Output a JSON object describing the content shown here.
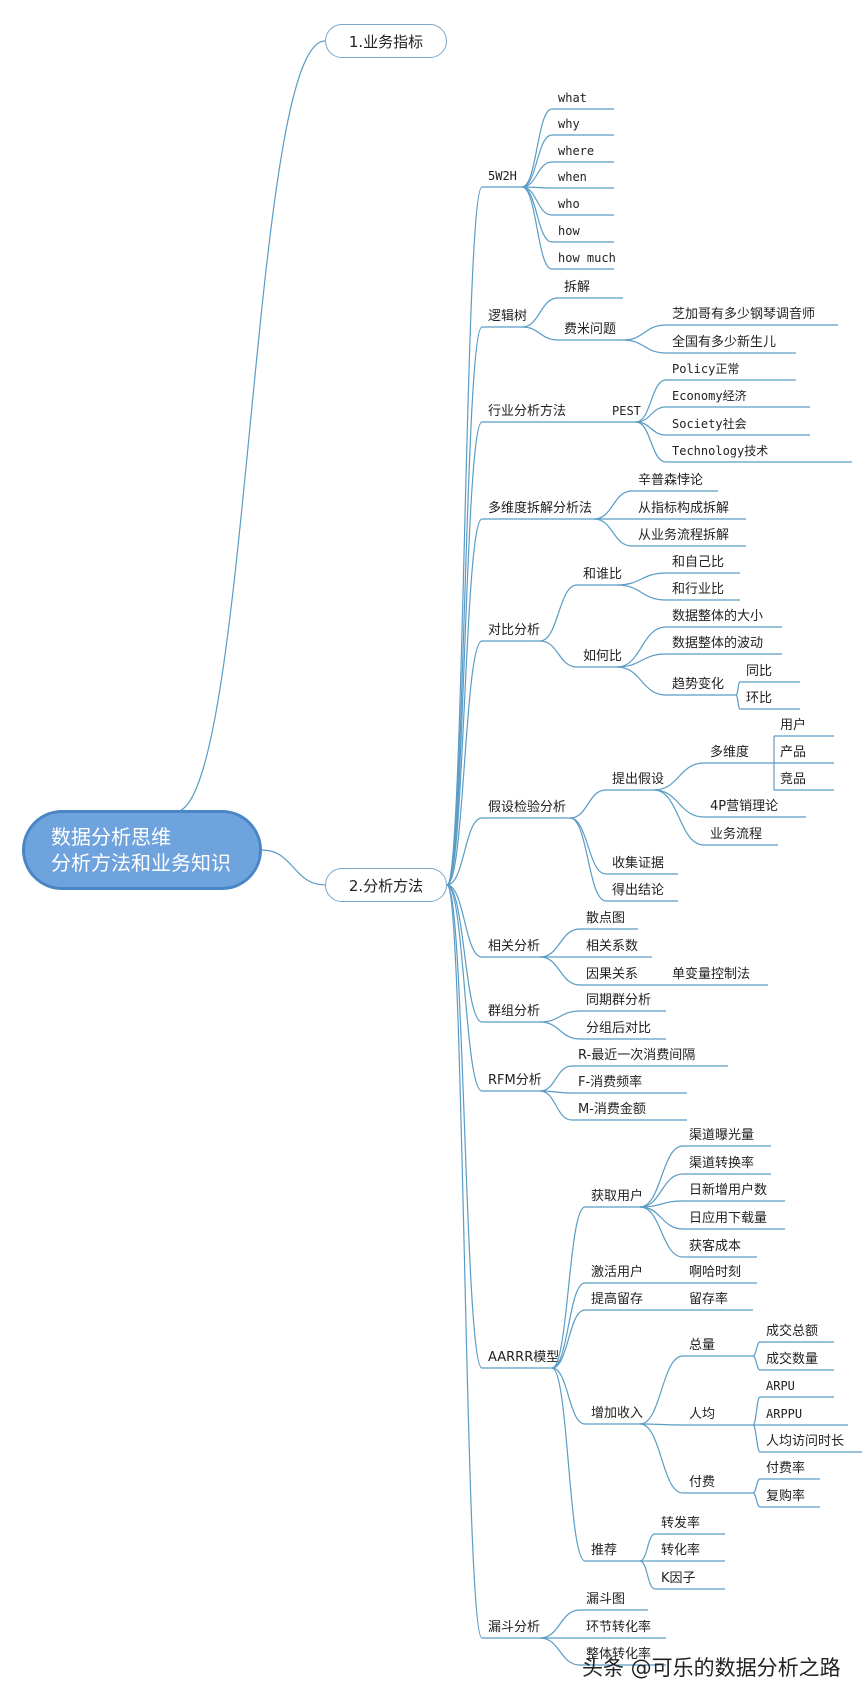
{
  "root": {
    "line1": "数据分析思维",
    "line2": "分析方法和业务知识"
  },
  "level1": [
    "1.业务指标",
    "2.分析方法"
  ],
  "nodes": [
    {
      "label": "5W2H",
      "children": [
        {
          "label": "what"
        },
        {
          "label": "why"
        },
        {
          "label": "where"
        },
        {
          "label": "when"
        },
        {
          "label": "who"
        },
        {
          "label": "how"
        },
        {
          "label": "how much"
        }
      ]
    },
    {
      "label": "逻辑树",
      "children": [
        {
          "label": "拆解"
        },
        {
          "label": "费米问题",
          "children": [
            {
              "label": "芝加哥有多少钢琴调音师"
            },
            {
              "label": "全国有多少新生儿"
            }
          ]
        }
      ]
    },
    {
      "label": "行业分析方法",
      "children": [
        {
          "label": "PEST",
          "children": [
            {
              "label": "Policy正常"
            },
            {
              "label": "Economy经济"
            },
            {
              "label": "Society社会"
            },
            {
              "label": "Technology技术"
            }
          ]
        }
      ]
    },
    {
      "label": "多维度拆解分析法",
      "children": [
        {
          "label": "辛普森悖论"
        },
        {
          "label": "从指标构成拆解"
        },
        {
          "label": "从业务流程拆解"
        }
      ]
    },
    {
      "label": "对比分析",
      "children": [
        {
          "label": "和谁比",
          "children": [
            {
              "label": "和自己比"
            },
            {
              "label": "和行业比"
            }
          ]
        },
        {
          "label": "如何比",
          "children": [
            {
              "label": "数据整体的大小"
            },
            {
              "label": "数据整体的波动"
            },
            {
              "label": "趋势变化",
              "children": [
                {
                  "label": "同比"
                },
                {
                  "label": "环比"
                }
              ]
            }
          ]
        }
      ]
    },
    {
      "label": "假设检验分析",
      "children": [
        {
          "label": "提出假设",
          "children": [
            {
              "label": "多维度",
              "children": [
                {
                  "label": "用户"
                },
                {
                  "label": "产品"
                },
                {
                  "label": "竞品"
                }
              ]
            },
            {
              "label": "4P营销理论"
            },
            {
              "label": "业务流程"
            }
          ]
        },
        {
          "label": "收集证据"
        },
        {
          "label": "得出结论"
        }
      ]
    },
    {
      "label": "相关分析",
      "children": [
        {
          "label": "散点图"
        },
        {
          "label": "相关系数"
        },
        {
          "label": "因果关系",
          "children": [
            {
              "label": "单变量控制法"
            }
          ]
        }
      ]
    },
    {
      "label": "群组分析",
      "children": [
        {
          "label": "同期群分析"
        },
        {
          "label": "分组后对比"
        }
      ]
    },
    {
      "label": "RFM分析",
      "children": [
        {
          "label": "R-最近一次消费间隔"
        },
        {
          "label": "F-消费频率"
        },
        {
          "label": "M-消费金额"
        }
      ]
    },
    {
      "label": "AARRR模型",
      "children": [
        {
          "label": "获取用户",
          "children": [
            {
              "label": "渠道曝光量"
            },
            {
              "label": "渠道转换率"
            },
            {
              "label": "日新增用户数"
            },
            {
              "label": "日应用下载量"
            },
            {
              "label": "获客成本"
            }
          ]
        },
        {
          "label": "激活用户",
          "children": [
            {
              "label": "啊哈时刻"
            }
          ]
        },
        {
          "label": "提高留存",
          "children": [
            {
              "label": "留存率"
            }
          ]
        },
        {
          "label": "增加收入",
          "children": [
            {
              "label": "总量",
              "children": [
                {
                  "label": "成交总额"
                },
                {
                  "label": "成交数量"
                }
              ]
            },
            {
              "label": "人均",
              "children": [
                {
                  "label": "ARPU"
                },
                {
                  "label": "ARPPU"
                },
                {
                  "label": "人均访问时长"
                }
              ]
            },
            {
              "label": "付费",
              "children": [
                {
                  "label": "付费率"
                },
                {
                  "label": "复购率"
                }
              ]
            }
          ]
        },
        {
          "label": "推荐",
          "children": [
            {
              "label": "转发率"
            },
            {
              "label": "转化率"
            },
            {
              "label": "K因子"
            }
          ]
        }
      ]
    },
    {
      "label": "漏斗分析",
      "children": [
        {
          "label": "漏斗图"
        },
        {
          "label": "环节转化率"
        },
        {
          "label": "整体转化率"
        }
      ]
    }
  ],
  "watermark": "头条 @可乐的数据分析之路",
  "colors": {
    "line": "#5a9cc5",
    "root_fill": "#6fa3dd",
    "root_border": "#4a86c5"
  }
}
